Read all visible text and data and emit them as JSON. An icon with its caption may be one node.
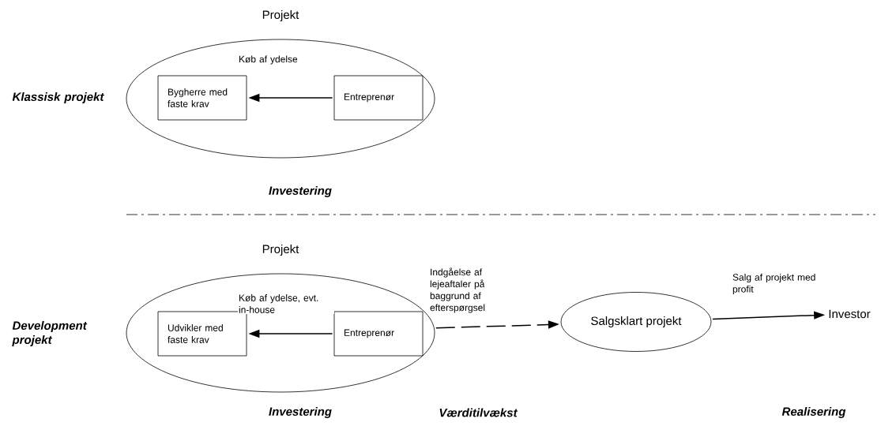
{
  "diagram": {
    "nodes": [
      {
        "text": [
          "Projekt"
        ]
      },
      {
        "text": [
          "Bygherre med faste krav"
        ],
        "in": 0
      },
      {
        "text": [
          "Entreprenør"
        ],
        "in": 0
      },
      {
        "text": [
          "Projekt"
        ]
      },
      {
        "text": [
          "Udvikler med faste krav"
        ],
        "in": 3
      },
      {
        "text": [
          "Entreprenør"
        ],
        "in": 3
      },
      {
        "text": [
          "Salgsklart projekt"
        ]
      },
      {
        "text": [
          "Investor"
        ]
      }
    ],
    "edges": [
      {
        "from": 2,
        "to": 1,
        "arrow": "to",
        "label": "Køb af ydelse"
      },
      {
        "from": 5,
        "to": 4,
        "arrow": "to",
        "label": "Køb af ydelse, evt. in-house"
      },
      {
        "from": 3,
        "to": 6,
        "arrow": "to",
        "label": "Indgåelse af lejeaftaler på baggrund af efterspørgsel",
        "style": "dashed"
      },
      {
        "from": 6,
        "to": 7,
        "arrow": "to",
        "label": "Salg af projekt med profit"
      }
    ],
    "labels": [
      "Klassisk projekt",
      "Investering",
      "Development projekt",
      "Investering",
      "Værditilvækst",
      "Realisering"
    ]
  }
}
